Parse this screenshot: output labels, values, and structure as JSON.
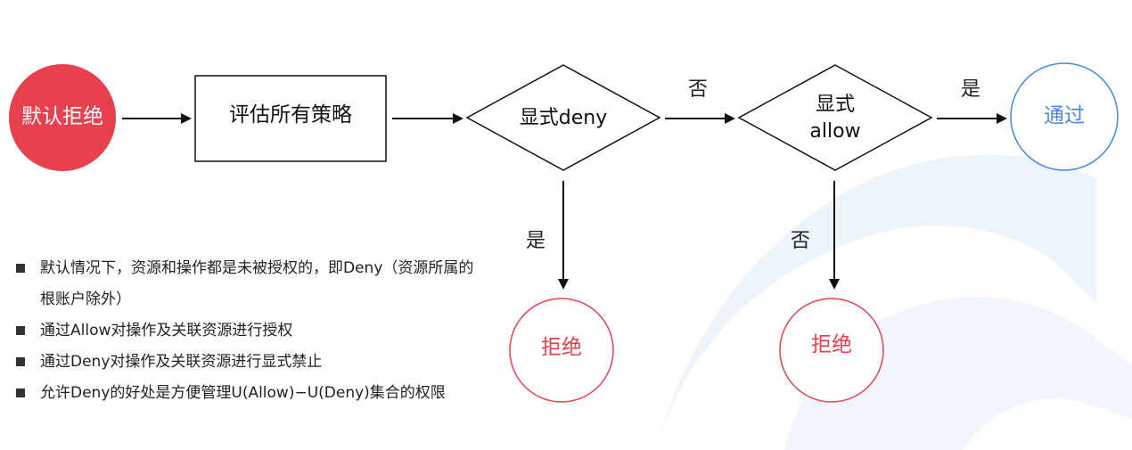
{
  "nodes": {
    "default_deny": "默认拒绝",
    "evaluate": "评估所有策略",
    "explicit_deny": "显式deny",
    "explicit_allow": "显式\nallow",
    "pass": "通过",
    "reject_left": "拒绝",
    "reject_right": "拒绝"
  },
  "edges": {
    "deny_no": "否",
    "allow_yes": "是",
    "deny_yes": "是",
    "allow_no": "否"
  },
  "notes": [
    "默认情况下，资源和操作都是未被授权的，即Deny（资源所属的根账户除外）",
    "通过Allow对操作及关联资源进行授权",
    "通过Deny对操作及关联资源进行显式禁止",
    "允许Deny的好处是方便管理U(Allow)−U(Deny)集合的权限"
  ],
  "colors": {
    "default_fill": "#e8404f",
    "reject_stroke": "#e8404f",
    "pass_stroke": "#4a86e8",
    "watermark": "#eef4fb"
  }
}
